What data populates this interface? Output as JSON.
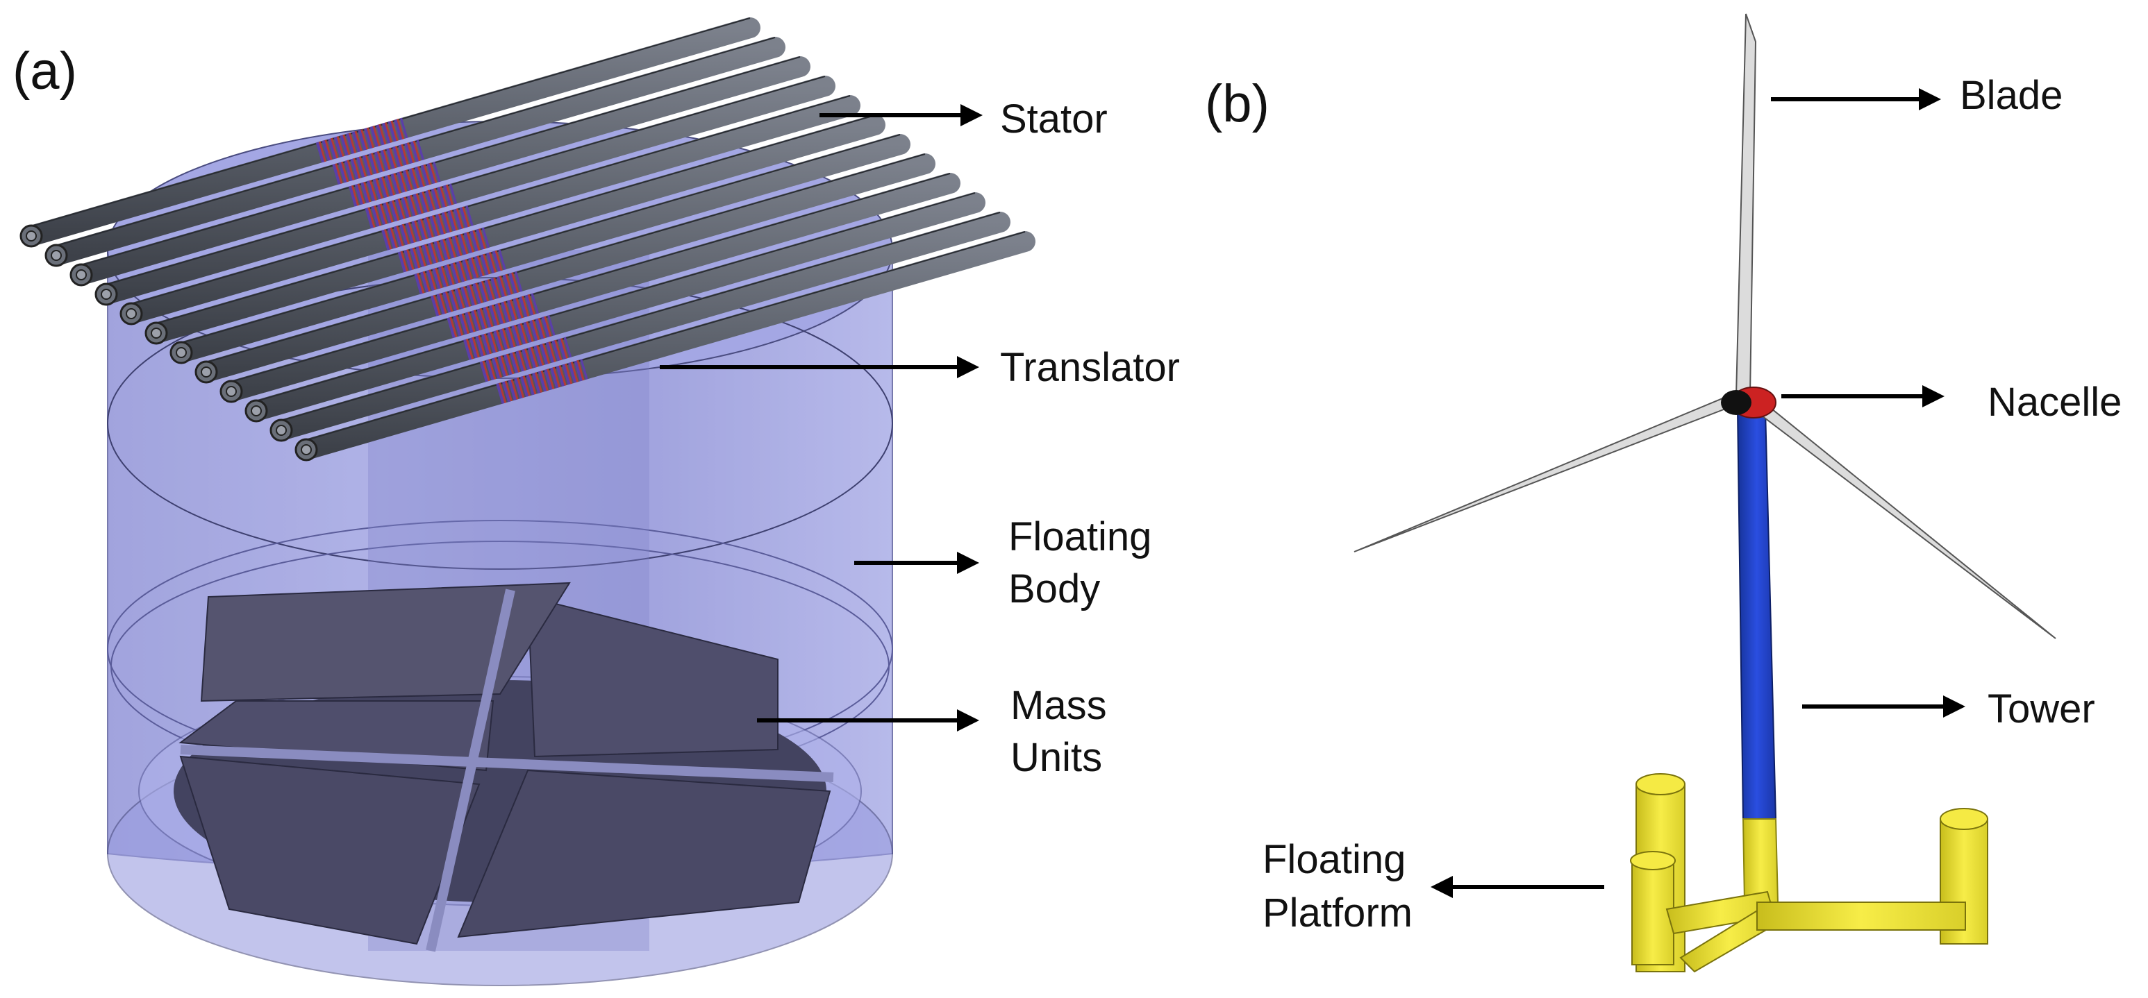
{
  "panel_a": {
    "tag": "(a)",
    "labels": {
      "stator": "Stator",
      "translator": "Translator",
      "floating_body_1": "Floating",
      "floating_body_2": "Body",
      "mass_units_1": "Mass",
      "mass_units_2": "Units"
    },
    "colors": {
      "body": "#8b8fd8",
      "stator": "#5a5f6a",
      "coil_red": "#c0392b",
      "coil_blue": "#4b4fd0",
      "mass": "#4b4a66"
    }
  },
  "panel_b": {
    "tag": "(b)",
    "labels": {
      "blade": "Blade",
      "nacelle": "Nacelle",
      "tower": "Tower",
      "platform_1": "Floating",
      "platform_2": "Platform"
    },
    "colors": {
      "tower": "#1f3fc4",
      "platform": "#f2e63a",
      "nacelle": "#cc2222",
      "blade": "#d6d6d6"
    }
  }
}
